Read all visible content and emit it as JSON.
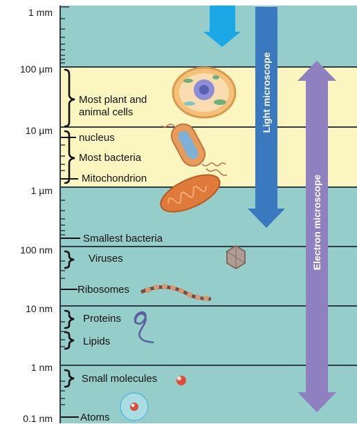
{
  "scale": {
    "labels": [
      "1 mm",
      "100 µm",
      "10 µm",
      "1 µm",
      "100 nm",
      "10 nm",
      "1 nm",
      "0.1 nm"
    ]
  },
  "items": {
    "cells": "Most plant and\nanimal cells",
    "nucleus": "nucleus",
    "bacteria": "Most bacteria",
    "mitochondrion": "Mitochondrion",
    "smallest_bacteria": "Smallest bacteria",
    "viruses": "Viruses",
    "ribosomes": "Ribosomes",
    "proteins": "Proteins",
    "lipids": "Lipids",
    "small_molecules": "Small molecules",
    "atoms": "Atoms"
  },
  "arrows": {
    "light": "Light microscope",
    "electron": "Electron microscope"
  },
  "colors": {
    "teal": "#94cdc9",
    "band": "#fbf5bf",
    "line": "#2e3a44",
    "light_arrow": "#3a79c0",
    "electron_arrow": "#8f80bf",
    "top_arrow": "#1aa9e6"
  }
}
